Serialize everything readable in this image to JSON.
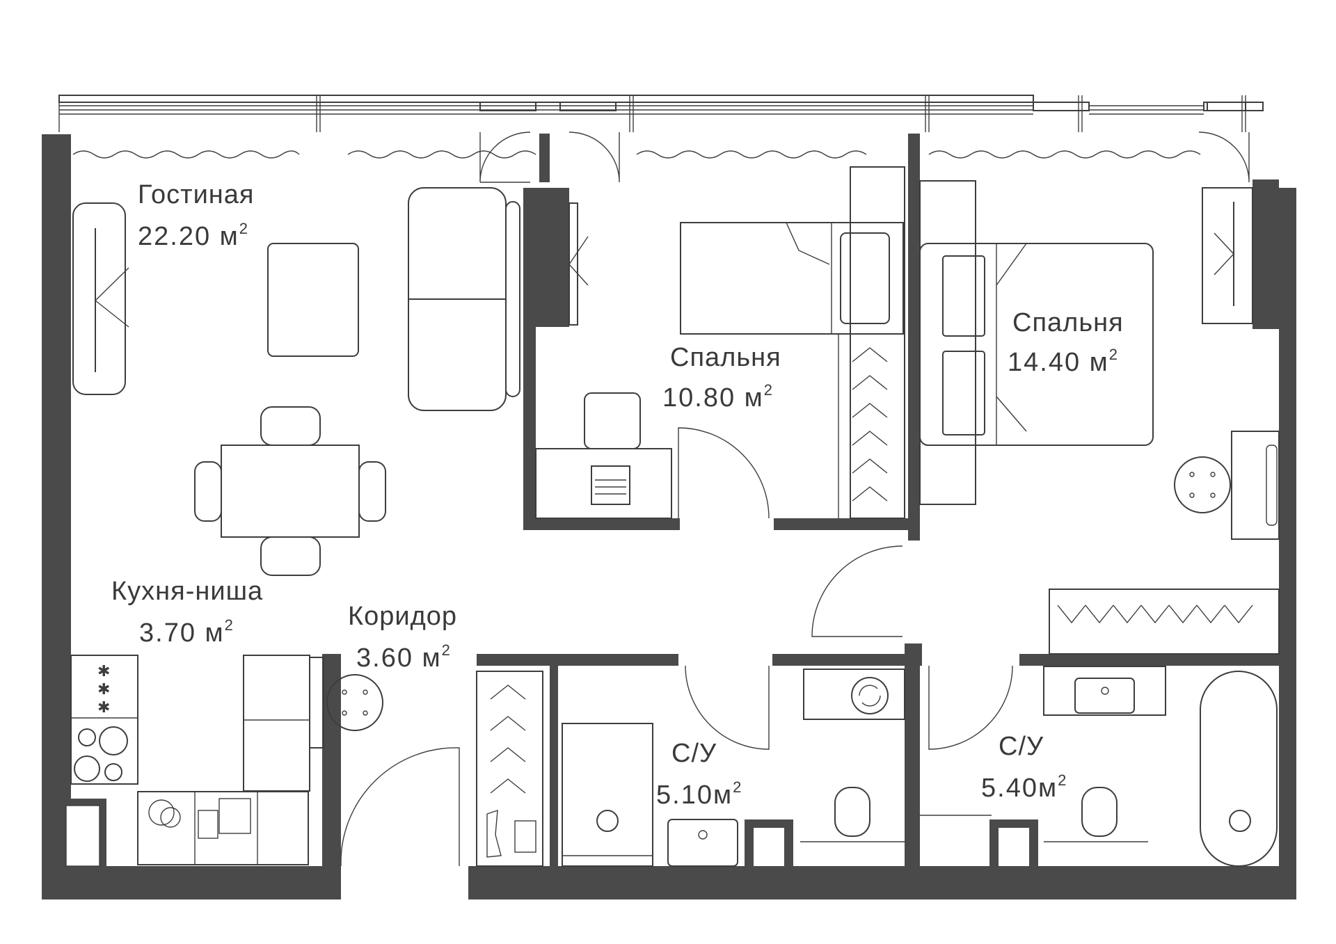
{
  "rooms": {
    "living": {
      "name": "Гостиная",
      "area": "22.20 м",
      "unit_sup": "2"
    },
    "bedroom1": {
      "name": "Спальня",
      "area": "10.80 м",
      "unit_sup": "2"
    },
    "bedroom2": {
      "name": "Спальня",
      "area": "14.40 м",
      "unit_sup": "2"
    },
    "kitchen": {
      "name": "Кухня-ниша",
      "area": "3.70 м",
      "unit_sup": "2"
    },
    "corridor": {
      "name": "Коридор",
      "area": "3.60 м",
      "unit_sup": "2"
    },
    "bathroom1": {
      "name": "С/У",
      "area": "5.10м",
      "unit_sup": "2"
    },
    "bathroom2": {
      "name": "С/У",
      "area": "5.40м",
      "unit_sup": "2"
    }
  },
  "colors": {
    "wall": "#4a4a4a",
    "line": "#3d3d3d",
    "background": "#ffffff"
  }
}
